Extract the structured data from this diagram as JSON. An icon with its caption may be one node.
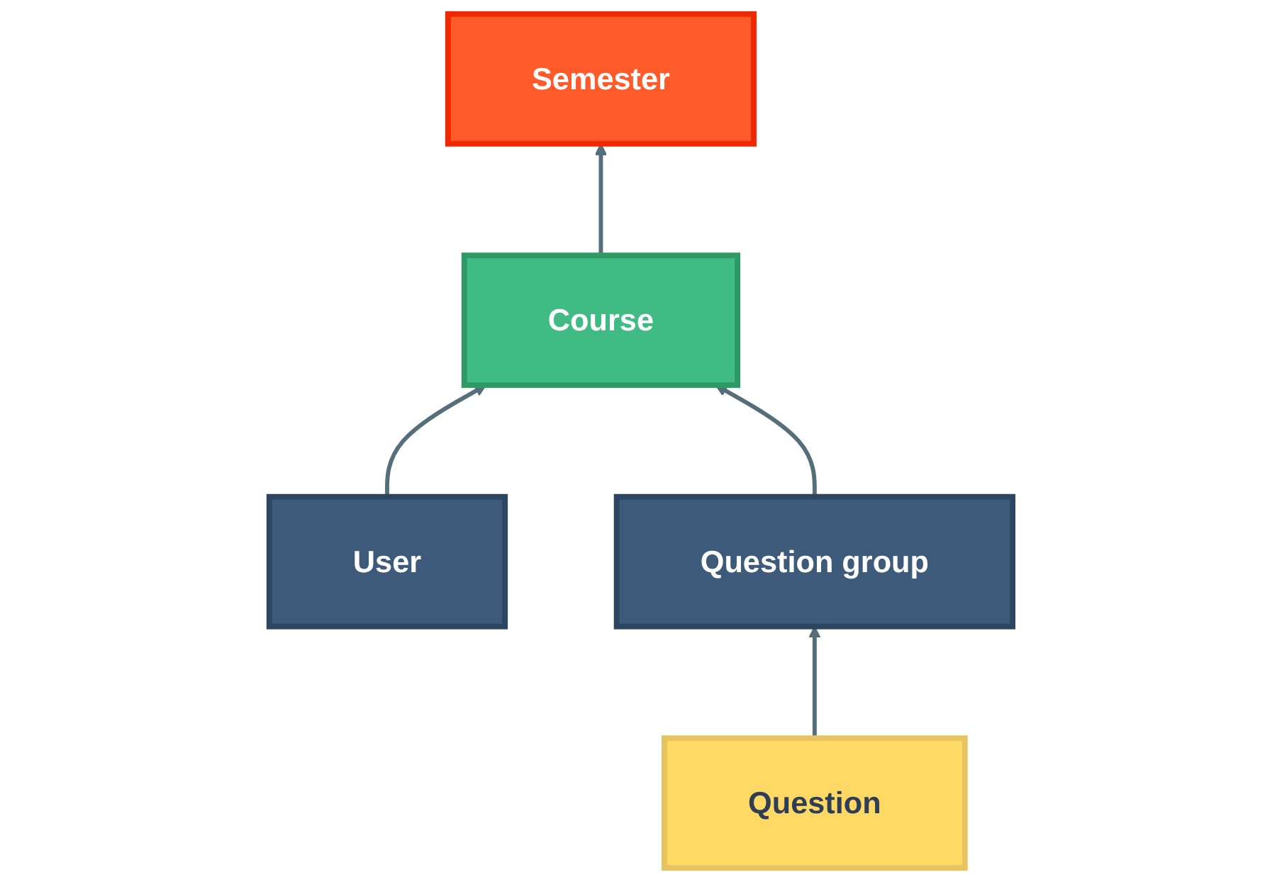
{
  "diagram": {
    "nodes": [
      {
        "text": [
          "Semester"
        ]
      },
      {
        "text": [
          "Course"
        ]
      },
      {
        "text": [
          "User"
        ]
      },
      {
        "text": [
          "Question group"
        ]
      },
      {
        "text": [
          "Question"
        ]
      }
    ],
    "edges": [
      {
        "from": 1,
        "to": 0,
        "arrow": "to"
      },
      {
        "from": 2,
        "to": 1,
        "arrow": "to"
      },
      {
        "from": 3,
        "to": 1,
        "arrow": "to"
      },
      {
        "from": 4,
        "to": 3,
        "arrow": "to"
      }
    ]
  }
}
